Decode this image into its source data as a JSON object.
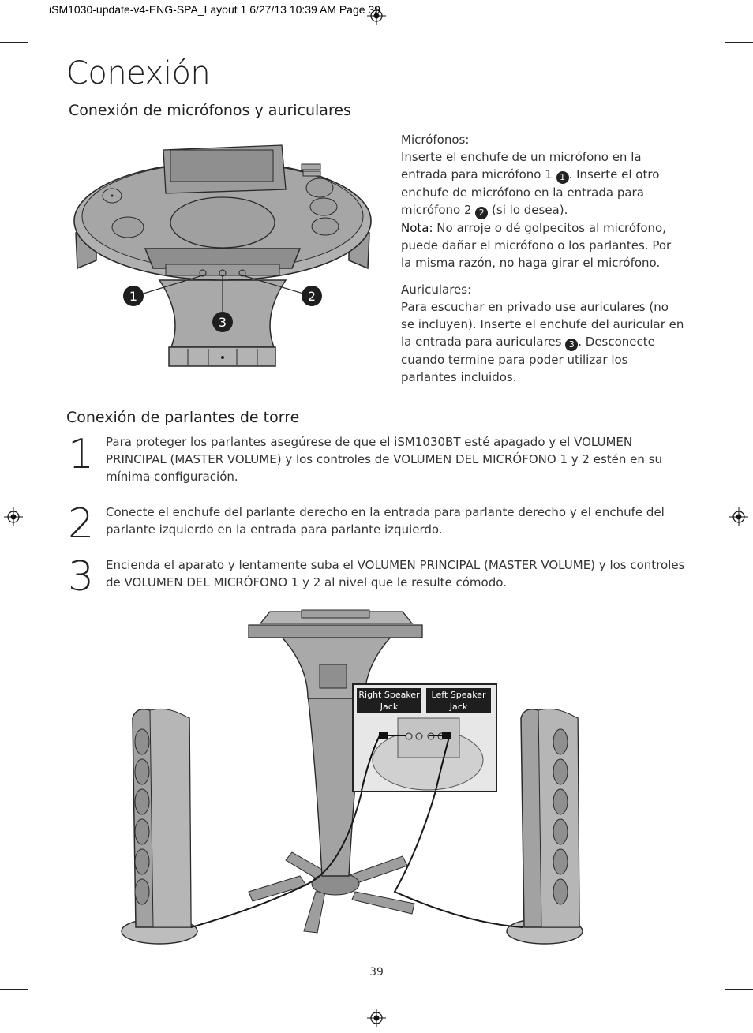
{
  "header": {
    "slug": "iSM1030-update-v4-ENG-SPA_Layout 1  6/27/13  10:39 AM  Page 39"
  },
  "page": {
    "title": "Conexión",
    "number": "39"
  },
  "section_mics": {
    "heading": "Conexión de micrófonos y auriculares",
    "mics_label": "Micrófonos:",
    "mics_text_a": "Inserte el enchufe de un micrófono en la entrada para micrófono 1",
    "mics_text_b": ". Inserte el otro enchufe de micrófono en la entrada para micrófono 2",
    "mics_text_c": " (si lo desea).",
    "note_label": "Nota:",
    "note_text": " No arroje o dé golpecitos al micrófono, puede dañar el micrófono o los parlantes. Por la misma razón, no haga girar el micrófono.",
    "headphones_label": "Auriculares:",
    "headphones_text_a": "Para escuchar en privado use auriculares (no se incluyen). Inserte el enchufe del auricular en la entrada para auriculares",
    "headphones_text_b": ". Desconecte cuando termine para poder utilizar los parlantes incluidos.",
    "badges": [
      "1",
      "2",
      "3"
    ]
  },
  "section_towers": {
    "heading": "Conexión de parlantes de torre",
    "steps": [
      {
        "num": "1",
        "text": "Para proteger los parlantes asegúrese de que el iSM1030BT esté apagado y el VOLUMEN PRINCIPAL (MASTER VOLUME) y los controles de VOLUMEN DEL MICRÓFONO 1 y 2 estén en su mínima configuración."
      },
      {
        "num": "2",
        "text": "Conecte el enchufe del parlante derecho en la entrada para parlante derecho y el enchufe del parlante izquierdo en la entrada para parlante izquierdo."
      },
      {
        "num": "3",
        "text": "Encienda el aparato y lentamente suba el VOLUMEN PRINCIPAL (MASTER VOLUME) y los controles de VOLUMEN DEL MICRÓFONO 1 y 2 al nivel que le resulte cómodo."
      }
    ],
    "callout": {
      "right_jack": "Right Speaker Jack",
      "left_jack": "Left Speaker Jack"
    }
  },
  "colors": {
    "device_fill": "#a9a9a9",
    "device_dark": "#7d7d7d",
    "outline": "#2a2a2a",
    "label_bg": "#1e1e1e"
  }
}
